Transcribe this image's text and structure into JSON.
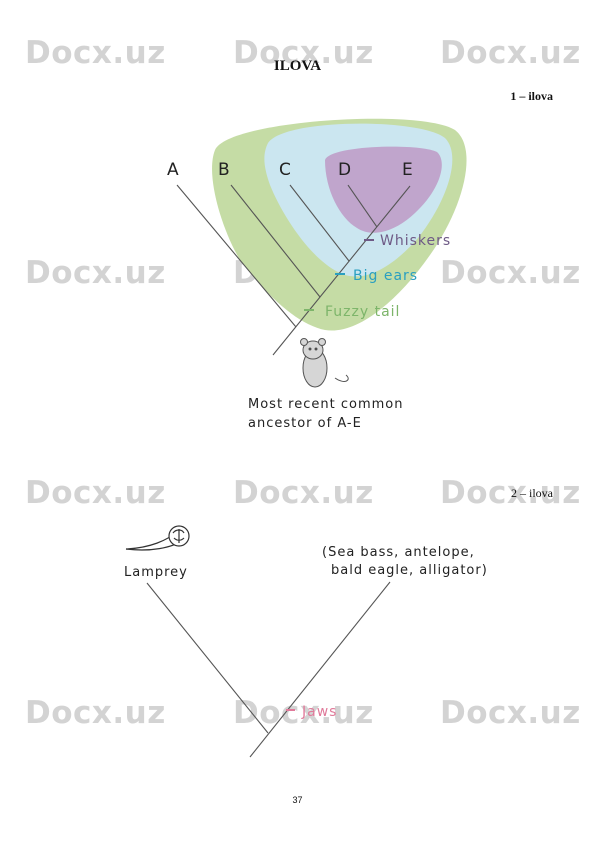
{
  "watermark": "Docx.uz",
  "title": "ILOVA",
  "appendix1_label": "1 – ilova",
  "appendix2_label": "2 – ilova",
  "figure1": {
    "taxa": [
      "A",
      "B",
      "C",
      "D",
      "E"
    ],
    "traits": {
      "whiskers": "Whiskers",
      "big_ears": "Big ears",
      "fuzzy_tail": "Fuzzy tail"
    },
    "ancestor_line1": "Most recent common",
    "ancestor_line2": "ancestor of A-E",
    "colors": {
      "green": "#c5dca5",
      "blue": "#cbe6f0",
      "purple": "#c0a5cc",
      "whiskers_text": "#6e5a86",
      "big_ears_text": "#2a9fc0",
      "fuzzy_tail_text": "#7db56a"
    }
  },
  "figure2": {
    "left_taxon": "Lamprey",
    "right_taxa_line1": "(Sea bass, antelope,",
    "right_taxa_line2": "bald eagle, alligator)",
    "trait": "Jaws",
    "colors": {
      "jaws_text": "#e07a9a"
    }
  },
  "page_number": "37"
}
